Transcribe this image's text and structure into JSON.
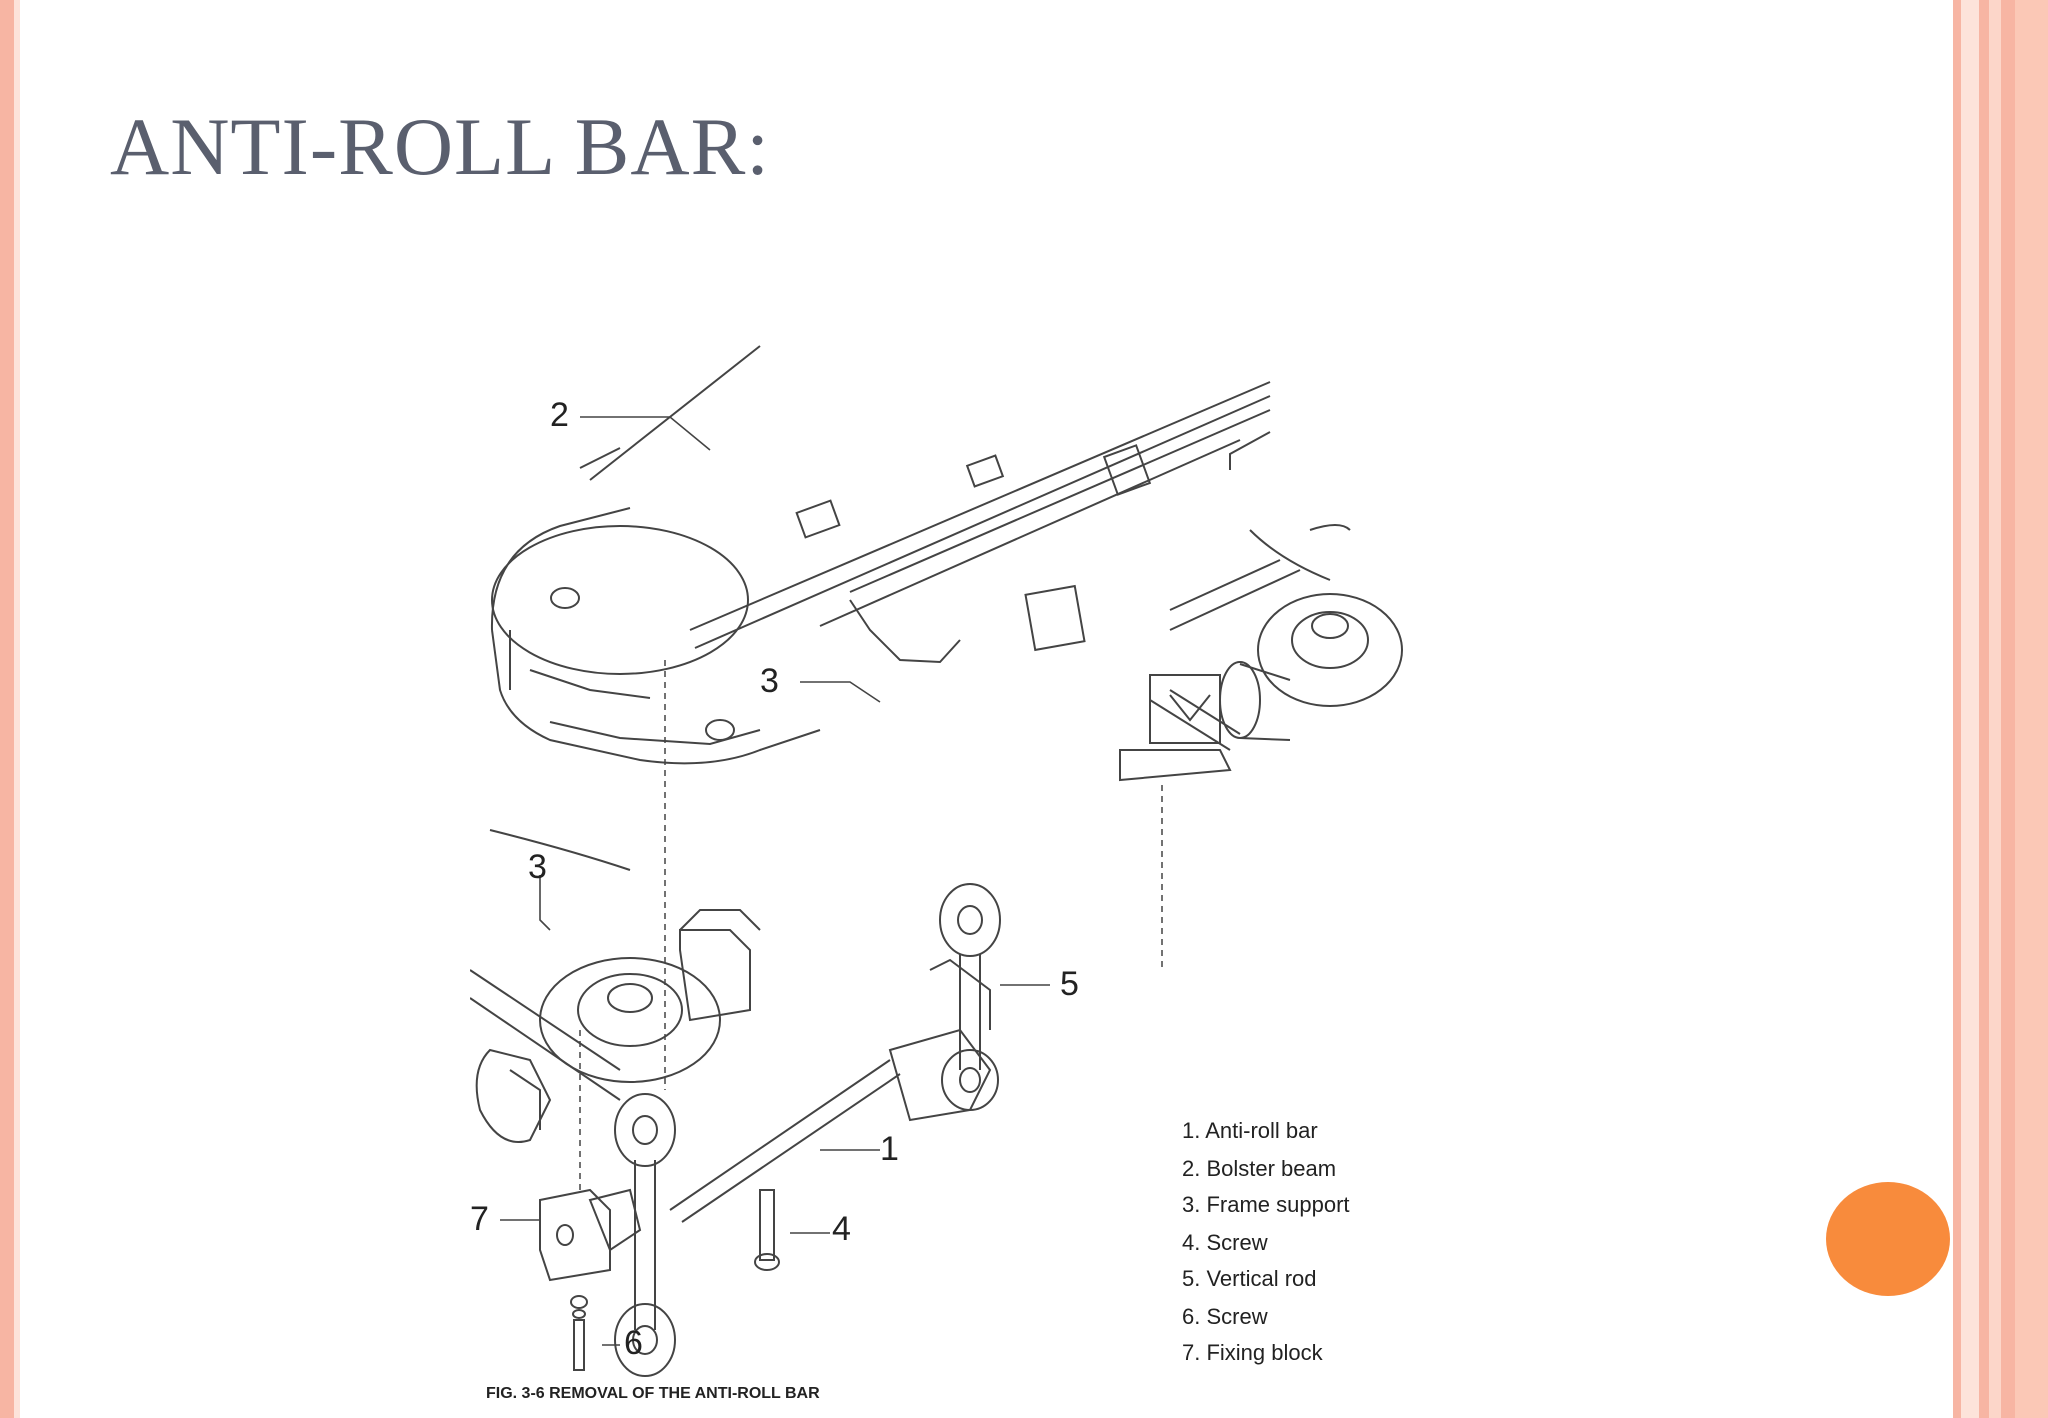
{
  "slide": {
    "title": "ANTI-ROLL BAR:",
    "accent_color": "#f88b3c",
    "border_color": "#f7b5a3"
  },
  "diagram": {
    "callouts": {
      "n1": "1",
      "n2": "2",
      "n3a": "3",
      "n3b": "3",
      "n4": "4",
      "n5": "5",
      "n6": "6",
      "n7": "7"
    },
    "legend": [
      "1. Anti-roll bar",
      "2. Bolster beam",
      "3. Frame support",
      "4. Screw",
      "5. Vertical rod",
      "6. Screw",
      "7. Fixing block"
    ],
    "caption": "FIG. 3-6 REMOVAL OF THE ANTI-ROLL BAR"
  }
}
